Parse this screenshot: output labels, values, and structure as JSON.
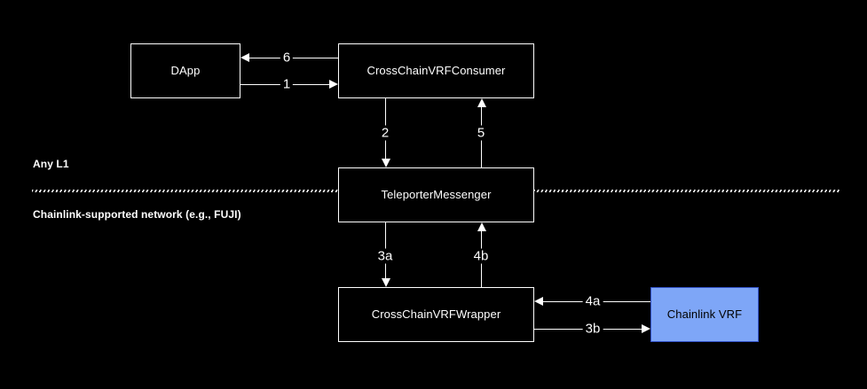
{
  "diagram": {
    "background_color": "#000000",
    "stroke_color": "#ffffff",
    "accent_fill": "#7ea6f7",
    "accent_border": "#3352c8",
    "zones": [
      {
        "id": "any-l1",
        "label": "Any L1"
      },
      {
        "id": "chainlink-network",
        "label": "Chainlink-supported network (e.g., FUJI)"
      }
    ],
    "nodes": [
      {
        "id": "dapp",
        "label": "DApp"
      },
      {
        "id": "cross-chain-vrf-consumer",
        "label": "CrossChainVRFConsumer"
      },
      {
        "id": "teleporter-messenger",
        "label": "TeleporterMessenger"
      },
      {
        "id": "cross-chain-vrf-wrapper",
        "label": "CrossChainVRFWrapper"
      },
      {
        "id": "chainlink-vrf",
        "label": "Chainlink VRF"
      }
    ],
    "edges": [
      {
        "id": "e6",
        "label": "6",
        "from": "cross-chain-vrf-consumer",
        "to": "dapp",
        "direction": "left"
      },
      {
        "id": "e1",
        "label": "1",
        "from": "dapp",
        "to": "cross-chain-vrf-consumer",
        "direction": "right"
      },
      {
        "id": "e2",
        "label": "2",
        "from": "cross-chain-vrf-consumer",
        "to": "teleporter-messenger",
        "direction": "down"
      },
      {
        "id": "e5",
        "label": "5",
        "from": "teleporter-messenger",
        "to": "cross-chain-vrf-consumer",
        "direction": "up"
      },
      {
        "id": "e3a",
        "label": "3a",
        "from": "teleporter-messenger",
        "to": "cross-chain-vrf-wrapper",
        "direction": "down"
      },
      {
        "id": "e4b",
        "label": "4b",
        "from": "cross-chain-vrf-wrapper",
        "to": "teleporter-messenger",
        "direction": "up"
      },
      {
        "id": "e4a",
        "label": "4a",
        "from": "chainlink-vrf",
        "to": "cross-chain-vrf-wrapper",
        "direction": "left"
      },
      {
        "id": "e3b",
        "label": "3b",
        "from": "cross-chain-vrf-wrapper",
        "to": "chainlink-vrf",
        "direction": "right"
      }
    ]
  }
}
